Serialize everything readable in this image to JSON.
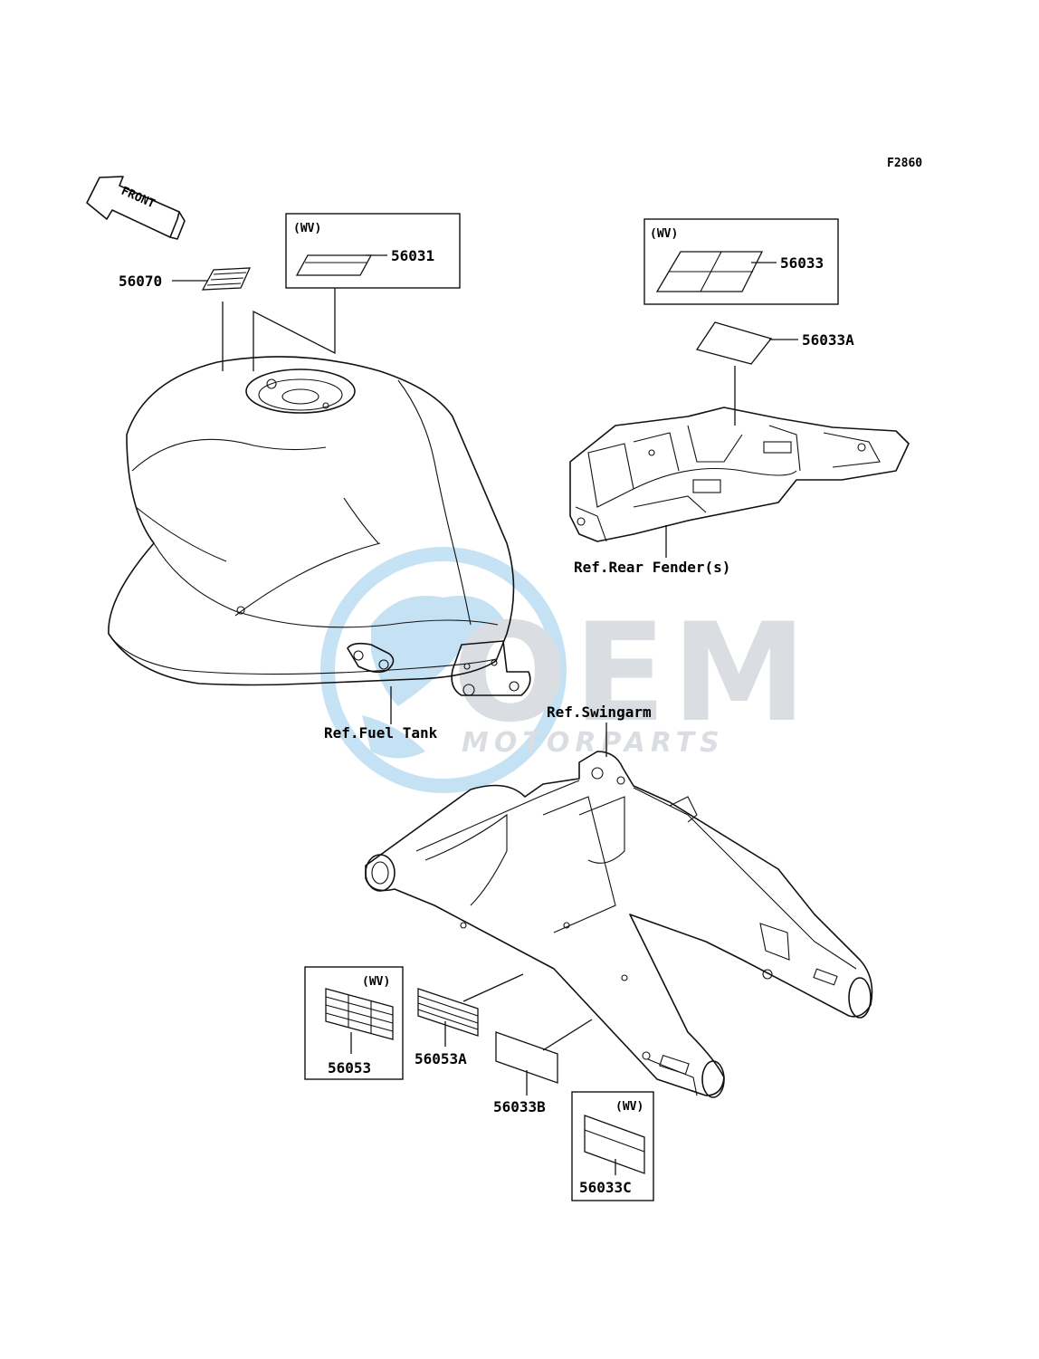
{
  "diagram": {
    "figure_code": "F2860",
    "front_arrow_text": "FRONT",
    "variant_tag": "(WV)",
    "parts": {
      "p56070": "56070",
      "p56031": "56031",
      "p56033": "56033",
      "p56033A": "56033A",
      "p56053": "56053",
      "p56053A": "56053A",
      "p56033B": "56033B",
      "p56033C": "56033C"
    },
    "refs": {
      "fuel_tank": "Ref.Fuel Tank",
      "rear_fender": "Ref.Rear Fender(s)",
      "swingarm": "Ref.Swingarm"
    },
    "watermark": {
      "brand": "OEM",
      "sub": "MOTORPARTS",
      "colors": {
        "globe": "#4aa8e0",
        "letters": "#9aa3ad"
      }
    }
  }
}
